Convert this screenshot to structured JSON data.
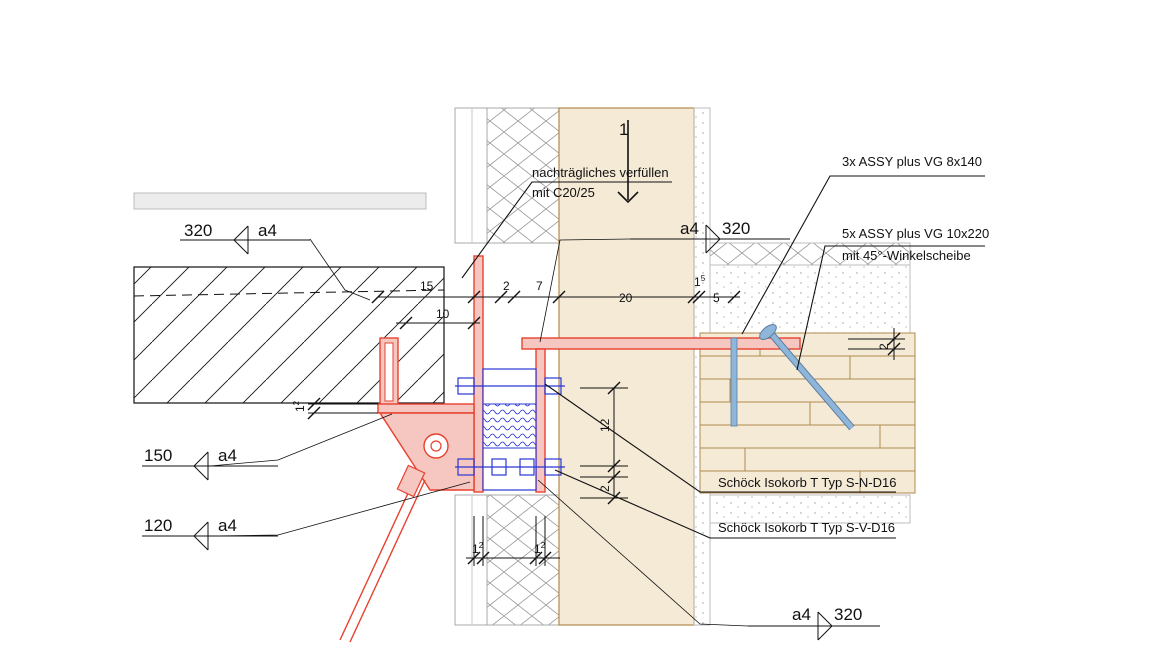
{
  "colors": {
    "red": "#e8412f",
    "red_fill": "#f6c6c0",
    "blue": "#2a37d6",
    "wood": "#f4ead6",
    "timber_lines": "#b0894d",
    "screw": "#8fb5d8",
    "insulation_line": "#9a9a9a",
    "ink": "#111111"
  },
  "labels": {
    "infill_line1": "nachträgliches verfüllen",
    "infill_line2": "mit C20/25",
    "screws_vg_8x140": "3x ASSY plus VG 8x140",
    "screws_vg_10x220_line1": "5x ASSY plus VG 10x220",
    "screws_vg_10x220_line2": "mit 45°-Winkelscheibe",
    "isokorb_sn": "Schöck Isokorb T Typ S-N-D16",
    "isokorb_sv": "Schöck Isokorb T Typ S-V-D16"
  },
  "welds": {
    "top_left": {
      "length": "320",
      "size": "a4"
    },
    "top_right": {
      "size": "a4",
      "length": "320"
    },
    "mid_left": {
      "length": "150",
      "size": "a4"
    },
    "low_left": {
      "length": "120",
      "size": "a4"
    },
    "bottom_right": {
      "size": "a4",
      "length": "320"
    }
  },
  "dimensions": {
    "d15": "15",
    "d10": "10",
    "d2": "2",
    "d7": "7",
    "d20": "20",
    "d1_5_main": "1",
    "d1_5_sup": "5",
    "d5": "5",
    "d1_2_left_main": "1",
    "d1_2_left_sup": "2",
    "d12": "12",
    "d2_lower": "2",
    "d2_right": "2",
    "d1_2_bl_main": "1",
    "d1_2_bl_sup": "2",
    "d1_2_br_main": "1",
    "d1_2_br_sup": "2"
  },
  "section_mark": "1"
}
